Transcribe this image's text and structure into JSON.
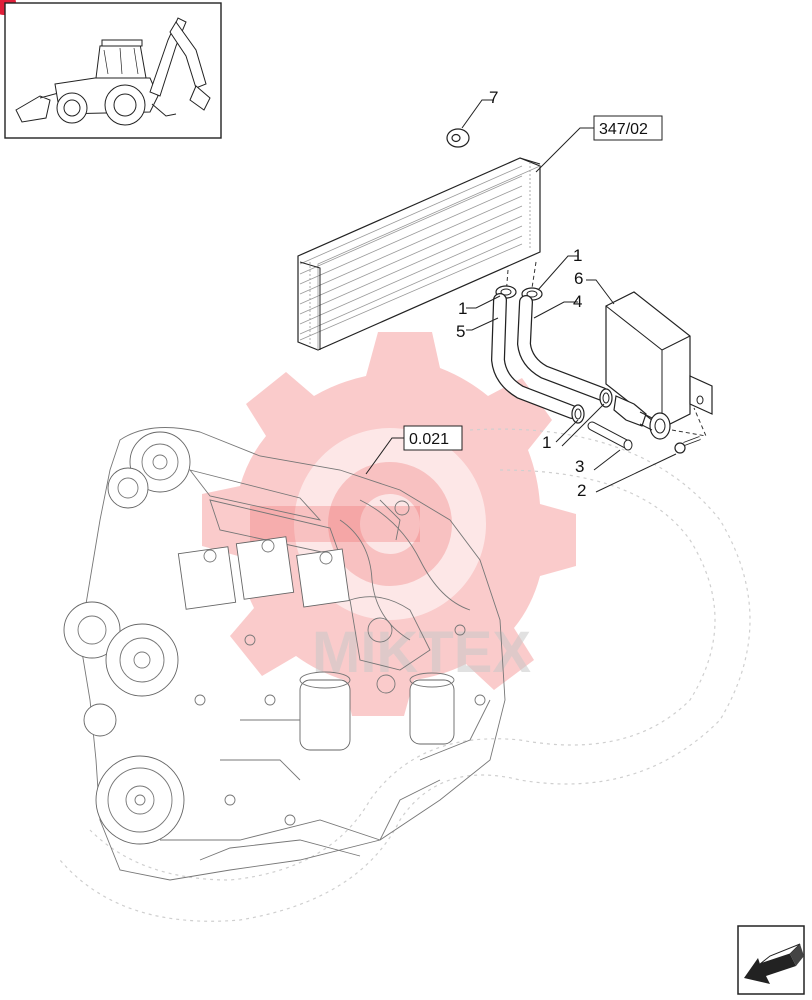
{
  "diagram": {
    "callouts": {
      "c7": "7",
      "c1_top": "1",
      "c6": "6",
      "c4": "4",
      "c1_left": "1",
      "c5": "5",
      "c1_bottom": "1",
      "c3": "3",
      "c2": "2"
    },
    "reference_boxes": {
      "radiator_ref": "347/02",
      "engine_ref": "0.021"
    },
    "watermark_text": "MIKTEX",
    "colors": {
      "watermark": "#f06a6a",
      "badge": "#e0203a",
      "line": "#222222"
    },
    "icons": [
      "backhoe-loader-thumbnail",
      "navigation-arrow-icon",
      "watermark-gear-logo"
    ]
  }
}
